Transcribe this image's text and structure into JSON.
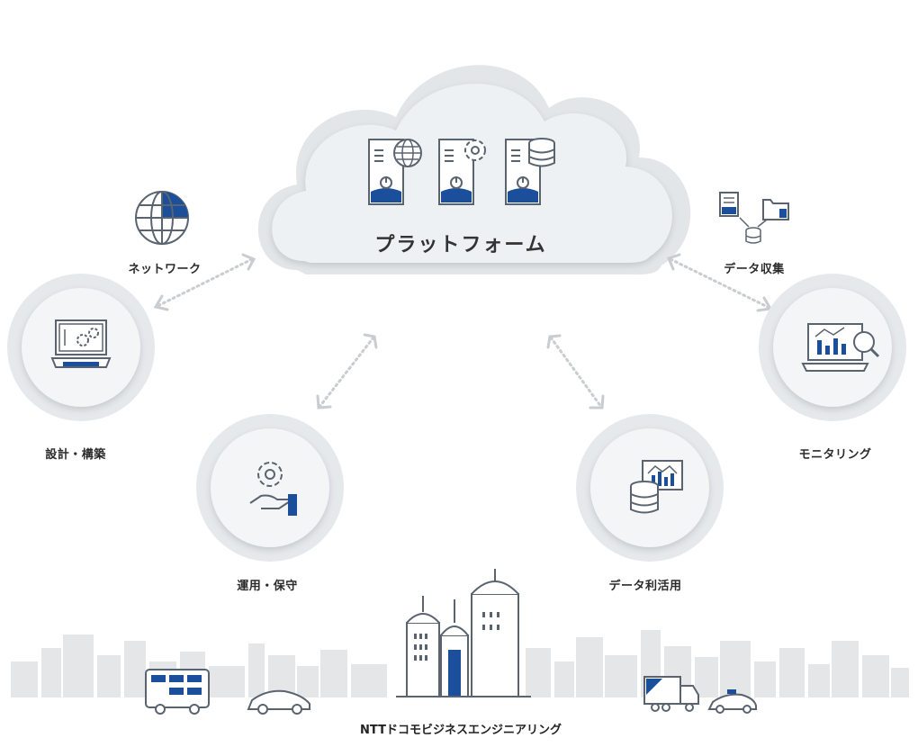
{
  "platform": {
    "title": "プラットフォーム"
  },
  "nodes": {
    "network": "ネットワーク",
    "design": "設計・構築",
    "operation": "運用・保守",
    "data_collection": "データ収集",
    "monitoring": "モニタリング",
    "data_usage": "データ利活用"
  },
  "company": "NTTドコモビジネスエンジニアリング",
  "colors": {
    "accent": "#1b4f9c",
    "line": "#5a6470",
    "cloud": "#eef1f4",
    "circle": "#e6e9ec",
    "city": "#e4e6e8",
    "dots": "#c9ccd0"
  },
  "icons": [
    "globe-icon",
    "server-icon",
    "gear-icon",
    "database-icon",
    "laptop-chart-icon",
    "handshake-gear-icon",
    "document-icon",
    "folder-icon",
    "building-icon",
    "bus-icon",
    "car-icon",
    "truck-icon",
    "taxi-icon"
  ]
}
